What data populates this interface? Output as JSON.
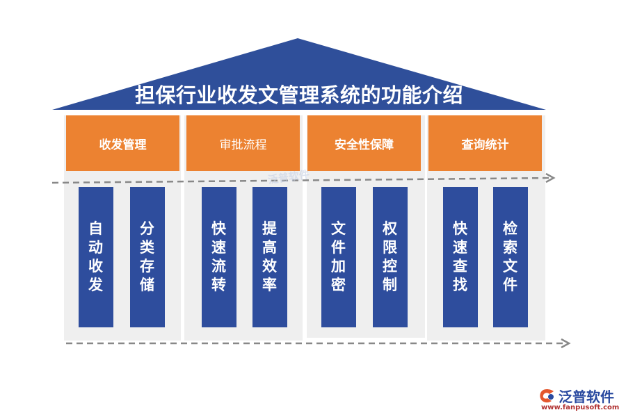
{
  "title": "担保行业收发文管理系统的功能介绍",
  "colors": {
    "roof": "#2f4f9a",
    "header": "#ec8231",
    "pillar": "#2e4d9d",
    "column_bg": "#efefef",
    "arrow": "#888888"
  },
  "columns": [
    {
      "header": "收发管理",
      "pillars": [
        "自动收发",
        "分类存储"
      ]
    },
    {
      "header": "审批流程",
      "pillars": [
        "快速流转",
        "提高效率"
      ]
    },
    {
      "header": "安全性保障",
      "pillars": [
        "文件加密",
        "权限控制"
      ]
    },
    {
      "header": "查询统计",
      "pillars": [
        "快速查找",
        "检索文件"
      ]
    }
  ],
  "watermark": "泛普软件",
  "brand": {
    "name": "泛普软件",
    "url": "www.fanpusoft.com",
    "icon": "fanpu-logo-icon"
  }
}
